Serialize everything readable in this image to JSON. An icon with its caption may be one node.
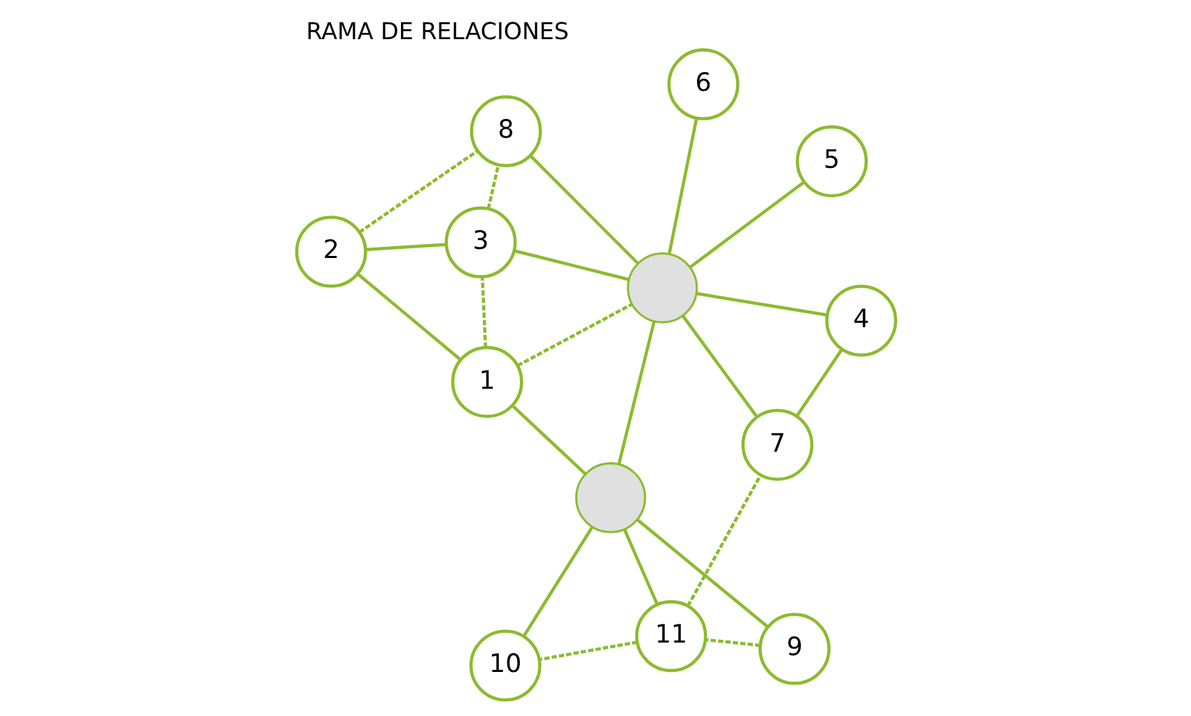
{
  "diagram": {
    "title": "RAMA DE RELACIONES",
    "nodes": [
      {
        "text": [
          "1"
        ]
      },
      {
        "text": [
          "2"
        ]
      },
      {
        "text": [
          "3"
        ]
      },
      {
        "text": [
          "8"
        ]
      },
      {
        "text": [
          "6"
        ]
      },
      {
        "text": [],
        "shape": "circle"
      },
      {
        "text": [],
        "shape": "circle"
      },
      {
        "text": [
          "9"
        ]
      },
      {
        "text": [
          "10"
        ]
      },
      {
        "text": [
          "5"
        ]
      },
      {
        "text": [
          "11"
        ]
      },
      {
        "text": [
          "7"
        ]
      },
      {
        "text": [
          "4"
        ]
      }
    ],
    "edges": [
      {
        "from": 0,
        "to": 1,
        "arrow": "none"
      },
      {
        "from": 1,
        "to": 3,
        "arrow": "none",
        "style": "dashed"
      },
      {
        "from": 1,
        "to": 2,
        "arrow": "none"
      },
      {
        "from": 0,
        "to": 2,
        "arrow": "none",
        "style": "dashed"
      },
      {
        "from": 0,
        "to": 6,
        "arrow": "none",
        "style": "dashed"
      },
      {
        "from": 2,
        "to": 3,
        "arrow": "none",
        "style": "dashed"
      },
      {
        "from": 0,
        "to": 5,
        "arrow": "none"
      },
      {
        "from": 2,
        "to": 6,
        "arrow": "none"
      },
      {
        "from": 3,
        "to": 6,
        "arrow": "none"
      },
      {
        "from": 4,
        "to": 6,
        "arrow": "none"
      },
      {
        "from": 5,
        "to": 6,
        "arrow": "none"
      },
      {
        "from": 6,
        "to": 9,
        "arrow": "none"
      },
      {
        "from": 5,
        "to": 7,
        "arrow": "none"
      },
      {
        "from": 5,
        "to": 10,
        "arrow": "none"
      },
      {
        "from": 5,
        "to": 8,
        "arrow": "none"
      },
      {
        "from": 6,
        "to": 11,
        "arrow": "none"
      },
      {
        "from": 6,
        "to": 12,
        "arrow": "none"
      },
      {
        "from": 7,
        "to": 10,
        "arrow": "none",
        "style": "dashed"
      },
      {
        "from": 10,
        "to": 8,
        "arrow": "none",
        "style": "dashed"
      },
      {
        "from": 10,
        "to": 11,
        "arrow": "none",
        "style": "dashed"
      },
      {
        "from": 11,
        "to": 12,
        "arrow": "none"
      }
    ]
  }
}
